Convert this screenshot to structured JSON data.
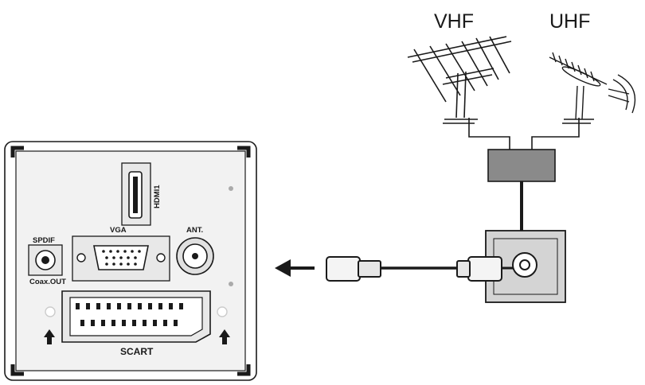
{
  "antennas": {
    "vhf_label": "VHF",
    "uhf_label": "UHF"
  },
  "panel": {
    "hdmi_label": "HDMI1",
    "vga_label": "VGA",
    "ant_label": "ANT.",
    "spdif_label": "SPDIF",
    "coax_label": "Coax.OUT",
    "scart_label": "SCART"
  },
  "colors": {
    "panel_fill": "#f2f2f2",
    "splitter_fill": "#8a8a8a",
    "outlet_fill": "#d4d4d4",
    "stroke": "#1a1a1a"
  }
}
